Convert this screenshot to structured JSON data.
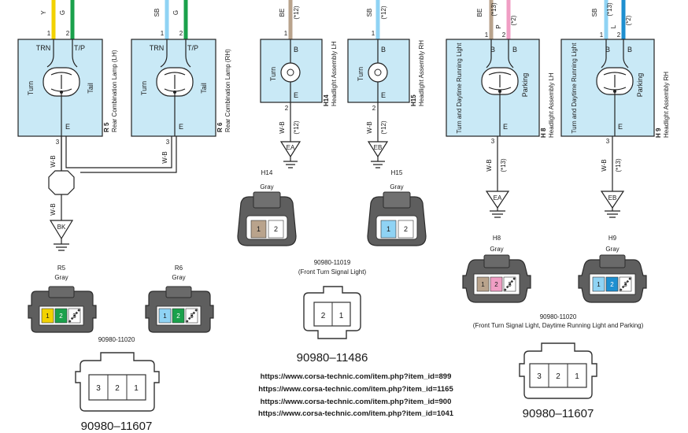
{
  "wire_colors": {
    "Y": "#f2d200",
    "G": "#1aa14b",
    "SB": "#8fd3f4",
    "BE": "#b9a38c",
    "P": "#f09ec4",
    "L": "#1e8fd0",
    "W-B": "#333333"
  },
  "rear_lamps": [
    {
      "id": "R5",
      "component_code": "R 5",
      "component_name": "Rear Combination Lamp (LH)",
      "wires_top": [
        {
          "pin": "1",
          "color": "Y"
        },
        {
          "pin": "2",
          "color": "G"
        }
      ],
      "labels_inner": [
        "TRN",
        "T/P"
      ],
      "bulb_labels": [
        "Turn",
        "Tail"
      ],
      "ground_pin": "E",
      "ground_wire_pin": "3",
      "ground_wire_color": "W-B"
    },
    {
      "id": "R6",
      "component_code": "R 6",
      "component_name": "Rear Combination Lamp (RH)",
      "wires_top": [
        {
          "pin": "1",
          "color": "SB"
        },
        {
          "pin": "2",
          "color": "G"
        }
      ],
      "labels_inner": [
        "TRN",
        "T/P"
      ],
      "bulb_labels": [
        "Turn",
        "Tail"
      ],
      "ground_pin": "E",
      "ground_wire_pin": "3",
      "ground_wire_color": "W-B"
    }
  ],
  "rear_ground": {
    "wire_color": "W-B",
    "point": "BK"
  },
  "front_turn_lamps": [
    {
      "id": "H14",
      "component_code": "H14",
      "component_name": "Headlight Assembly LH",
      "wire_top": {
        "pin": "1",
        "color": "BE",
        "note": "(*12)"
      },
      "pin_b": "B",
      "bulb_label": "Turn",
      "pin_e": "E",
      "ground_wire_pin": "2",
      "ground_wire_color": "W-B",
      "ground_note": "(*12)",
      "ground_point": "EA"
    },
    {
      "id": "H15",
      "component_code": "H15",
      "component_name": "Headlight Assembly RH",
      "wire_top": {
        "pin": "1",
        "color": "SB",
        "note": "(*12)"
      },
      "pin_b": "B",
      "bulb_label": "Turn",
      "pin_e": "E",
      "ground_wire_pin": "2",
      "ground_wire_color": "W-B",
      "ground_note": "(*12)",
      "ground_point": "EB"
    }
  ],
  "drl_lamps": [
    {
      "id": "H8",
      "component_code": "H 8",
      "component_name": "Headlight Assembly LH",
      "wires_top": [
        {
          "pin": "1",
          "color": "BE",
          "note": "(*13)"
        },
        {
          "pin": "2",
          "color": "P",
          "note": "(*2)"
        }
      ],
      "pins_top": [
        "B",
        "B"
      ],
      "bulb_labels": [
        "Turn and Daytime Running Light",
        "Parking"
      ],
      "pin_e": "E",
      "ground_wire_pin": "3",
      "ground_wire_color": "W-B",
      "ground_note": "(*13)",
      "ground_point": "EA"
    },
    {
      "id": "H9",
      "component_code": "H 9",
      "component_name": "Headlight Assembly RH",
      "wires_top": [
        {
          "pin": "1",
          "color": "SB",
          "note": "(*13)"
        },
        {
          "pin": "2",
          "color": "L",
          "note": "(*2)"
        }
      ],
      "pins_top": [
        "B",
        "B"
      ],
      "bulb_labels": [
        "Turn and Daytime Running Light",
        "Parking"
      ],
      "pin_e": "E",
      "ground_wire_pin": "3",
      "ground_wire_color": "W-B",
      "ground_note": "(*13)",
      "ground_point": "EB"
    }
  ],
  "connector_views": [
    {
      "id": "R5",
      "title": "R5",
      "color_name": "Gray",
      "pins": [
        {
          "n": "1",
          "color": "Y"
        },
        {
          "n": "2",
          "color": "G"
        },
        {
          "n": "3",
          "color": "W-B"
        }
      ]
    },
    {
      "id": "R6",
      "title": "R6",
      "color_name": "Gray",
      "pins": [
        {
          "n": "1",
          "color": "SB"
        },
        {
          "n": "2",
          "color": "G"
        },
        {
          "n": "3",
          "color": "W-B"
        }
      ]
    },
    {
      "id": "H14",
      "title": "H14",
      "color_name": "Gray",
      "pins": [
        {
          "n": "1",
          "color": "BE"
        },
        {
          "n": "2",
          "color": "W-B"
        }
      ]
    },
    {
      "id": "H15",
      "title": "H15",
      "color_name": "Gray",
      "pins": [
        {
          "n": "1",
          "color": "SB"
        },
        {
          "n": "2",
          "color": "W-B"
        }
      ]
    },
    {
      "id": "H8",
      "title": "H8",
      "color_name": "Gray",
      "pins": [
        {
          "n": "1",
          "color": "BE"
        },
        {
          "n": "2",
          "color": "P"
        },
        {
          "n": "3",
          "color": "W-B"
        }
      ]
    },
    {
      "id": "H9",
      "title": "H9",
      "color_name": "Gray",
      "pins": [
        {
          "n": "1",
          "color": "SB"
        },
        {
          "n": "2",
          "color": "L"
        },
        {
          "n": "3",
          "color": "W-B"
        }
      ]
    }
  ],
  "part_numbers": {
    "rear_housing": "90980-11020",
    "rear_mating": "90980–11607",
    "front_turn_housing": "90980-11019",
    "front_turn_caption": "(Front Turn Signal Light)",
    "front_turn_mating": "90980–11486",
    "drl_housing": "90980-11020",
    "drl_caption": "(Front Turn Signal Light, Daytime Running Light and Parking)",
    "drl_mating": "90980–11607",
    "mating_3pin_labels": [
      "3",
      "2",
      "1"
    ],
    "mating_2pin_labels": [
      "2",
      "1"
    ]
  },
  "links": [
    "https://www.corsa-technic.com/item.php?item_id=899",
    "https://www.corsa-technic.com/item.php?item_id=1165",
    "https://www.corsa-technic.com/item.php?item_id=900",
    "https://www.corsa-technic.com/item.php?item_id=1041"
  ]
}
